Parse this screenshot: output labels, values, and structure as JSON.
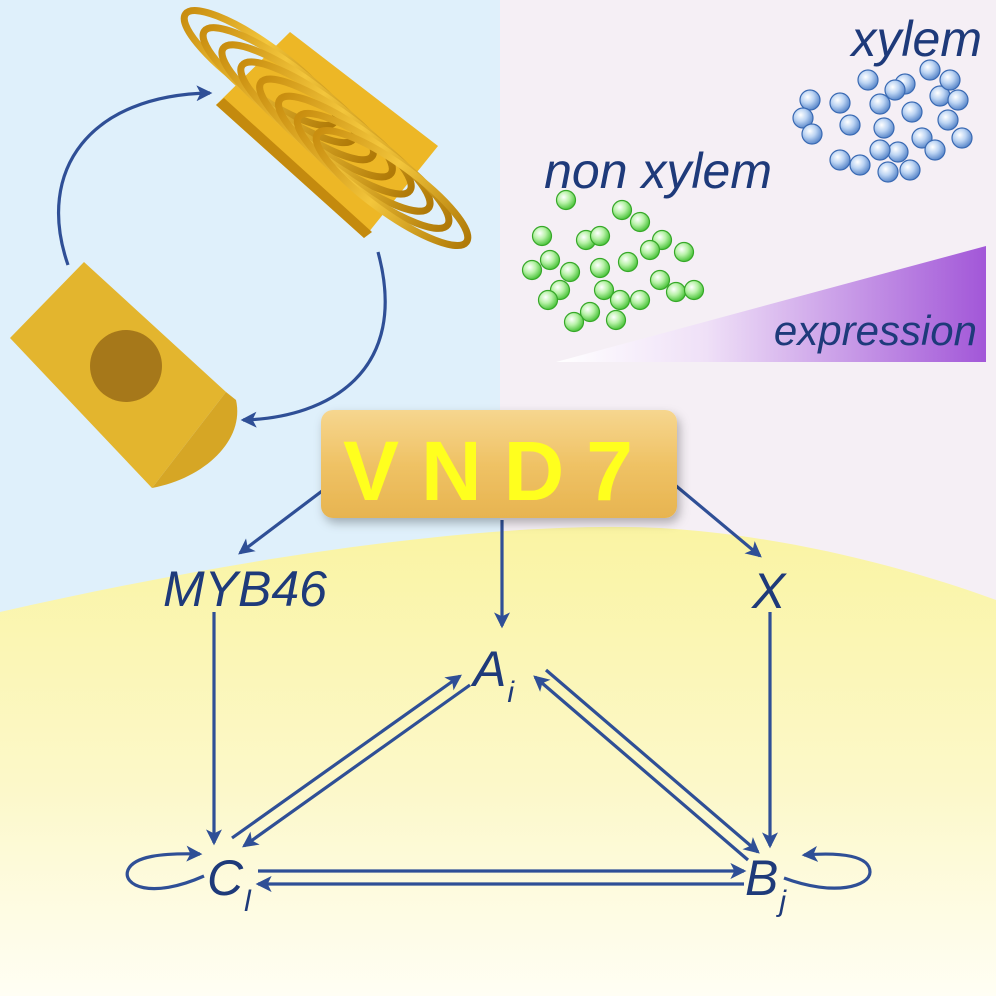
{
  "hub": {
    "label": "VND7"
  },
  "panel_expression": {
    "xylem_label": "xylem",
    "non_xylem_label": "non xylem",
    "gradient_label": "expression"
  },
  "network": {
    "regulator_left": "MYB46",
    "regulator_right": "X",
    "node_a": {
      "base": "A",
      "sub": "i"
    },
    "node_b": {
      "base": "B",
      "sub": "j"
    },
    "node_c": {
      "base": "C",
      "sub": "l"
    }
  },
  "colors": {
    "blue_panel": "#dff0fb",
    "pink_panel": "#f5eef4",
    "yellow_panel": "#fbf6b8",
    "arrow": "#2f4f96",
    "hub_text": "#ffff1e",
    "hub_box": "#f0c46c",
    "cell": "#e3b52e",
    "nucleus": "#a6791a",
    "xylem_sphere": "#5b8fd6",
    "non_xylem_sphere": "#5cd64a",
    "gradient": "#a25cd6"
  },
  "icons": [
    "cell-icon",
    "secondary-wall-coil-icon",
    "cycle-arrow-icon"
  ]
}
